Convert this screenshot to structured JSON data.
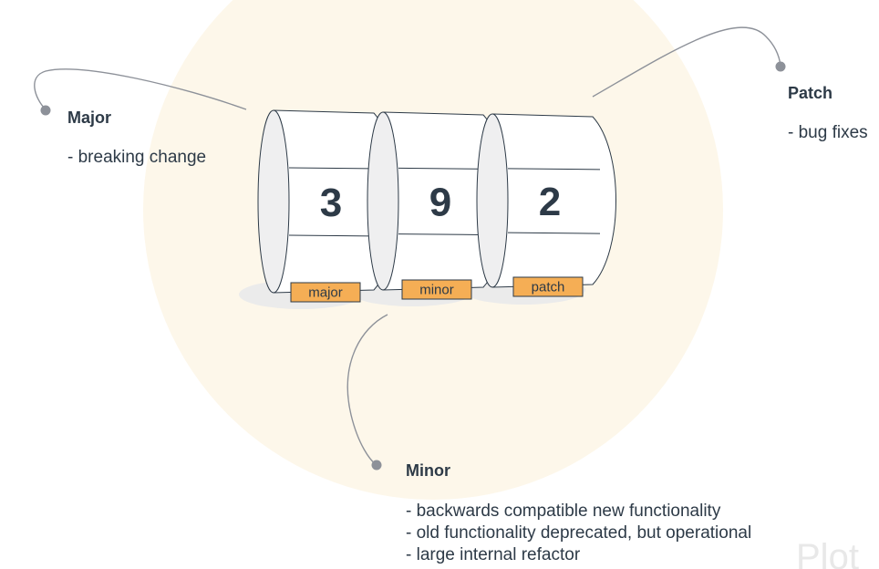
{
  "reels": [
    {
      "digit": "3",
      "tag": "major"
    },
    {
      "digit": "9",
      "tag": "minor"
    },
    {
      "digit": "2",
      "tag": "patch"
    }
  ],
  "major": {
    "title": "Major",
    "items": [
      "- breaking change"
    ]
  },
  "patch": {
    "title": "Patch",
    "items": [
      "- bug fixes"
    ]
  },
  "minor": {
    "title": "Minor",
    "items": [
      "- backwards compatible new functionality",
      "- old functionality deprecated, but operational",
      "- large internal refactor"
    ]
  },
  "watermark": "Plot",
  "colors": {
    "background_circle": "#fdf7ea",
    "tag": "#f5ae55",
    "ink": "#2d3a47",
    "connector": "#8d9199",
    "reel_side": "#efeff0",
    "shadow": "#ebebeb"
  }
}
